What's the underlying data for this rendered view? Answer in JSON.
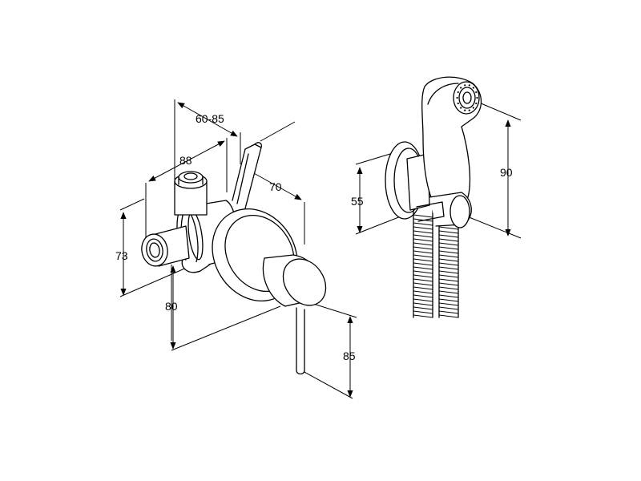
{
  "dimensions": {
    "d_60_85": "60-85",
    "d_88": "88",
    "d_70": "70",
    "d_73": "73",
    "d_80": "80",
    "d_85": "85",
    "d_55": "55",
    "d_90": "90"
  }
}
